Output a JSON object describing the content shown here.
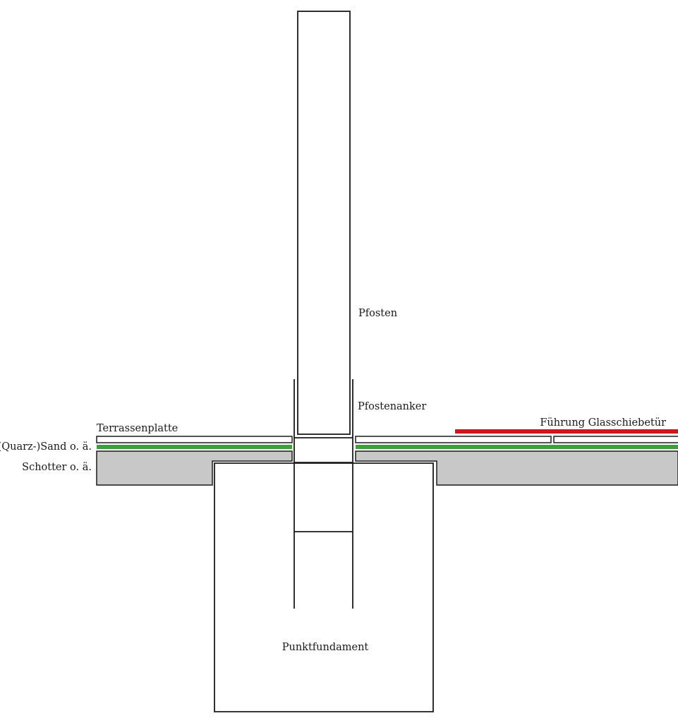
{
  "labels": {
    "post": "Pfosten",
    "post_anchor": "Pfostenanker",
    "terrace_slab": "Terrassenplatte",
    "sand_layer": "(Quarz-)Sand o. ä.",
    "gravel_layer": "Schotter o. ä.",
    "glass_door_guide": "Führung Glasschiebetür",
    "point_foundation": "Punktfundament"
  },
  "colors": {
    "outline": "#1a1a1a",
    "sand": "#3aa335",
    "gravel": "#c8c8c8",
    "guide_rail": "#d0141c",
    "background": "#ffffff"
  }
}
